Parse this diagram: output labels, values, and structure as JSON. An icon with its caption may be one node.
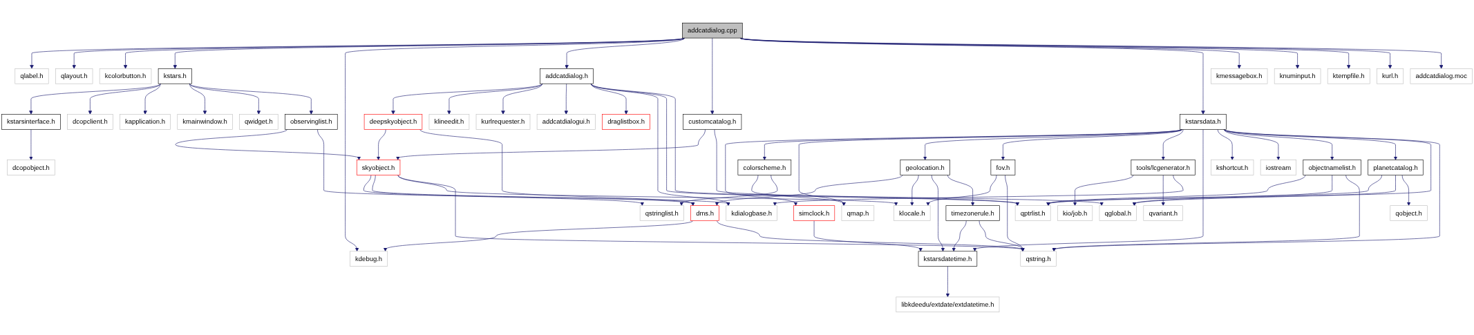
{
  "diagram": {
    "nodes": [
      {
        "text": [
          "addcatdialog.cpp"
        ]
      },
      {
        "text": [
          "qlabel.h"
        ]
      },
      {
        "text": [
          "qlayout.h"
        ]
      },
      {
        "text": [
          "kcolorbutton.h"
        ]
      },
      {
        "text": [
          "kstars.h"
        ]
      },
      {
        "text": [
          "addcatdialog.h"
        ]
      },
      {
        "text": [
          "kmessagebox.h"
        ]
      },
      {
        "text": [
          "knuminput.h"
        ]
      },
      {
        "text": [
          "ktempfile.h"
        ]
      },
      {
        "text": [
          "kurl.h"
        ]
      },
      {
        "text": [
          "addcatdialog.moc"
        ]
      },
      {
        "text": [
          "kstarsinterface.h"
        ]
      },
      {
        "text": [
          "dcopclient.h"
        ]
      },
      {
        "text": [
          "kapplication.h"
        ]
      },
      {
        "text": [
          "kmainwindow.h"
        ]
      },
      {
        "text": [
          "qwidget.h"
        ]
      },
      {
        "text": [
          "deepskyobject.h"
        ]
      },
      {
        "text": [
          "observinglist.h"
        ]
      },
      {
        "text": [
          "customcatalog.h"
        ]
      },
      {
        "text": [
          "kstarsdata.h"
        ]
      },
      {
        "text": [
          "klineedit.h"
        ]
      },
      {
        "text": [
          "kurlrequester.h"
        ]
      },
      {
        "text": [
          "addcatdialogui.h"
        ]
      },
      {
        "text": [
          "draglistbox.h"
        ]
      },
      {
        "text": [
          "dcopobject.h"
        ]
      },
      {
        "text": [
          "simclock.h"
        ]
      },
      {
        "text": [
          "colorscheme.h"
        ]
      },
      {
        "text": [
          "skyobject.h"
        ]
      },
      {
        "text": [
          "geolocation.h"
        ]
      },
      {
        "text": [
          "fov.h"
        ]
      },
      {
        "text": [
          "tools/lcgenerator.h"
        ]
      },
      {
        "text": [
          "kshortcut.h"
        ]
      },
      {
        "text": [
          "iostream"
        ]
      },
      {
        "text": [
          "objectnamelist.h"
        ]
      },
      {
        "text": [
          "planetcatalog.h"
        ]
      },
      {
        "text": [
          "qmap.h"
        ]
      },
      {
        "text": [
          "qstringlist.h"
        ]
      },
      {
        "text": [
          "dms.h"
        ]
      },
      {
        "text": [
          "klocale.h"
        ]
      },
      {
        "text": [
          "timezonerule.h"
        ]
      },
      {
        "text": [
          "kio/job.h"
        ]
      },
      {
        "text": [
          "qvariant.h"
        ]
      },
      {
        "text": [
          "kdialogbase.h"
        ]
      },
      {
        "text": [
          "qptrlist.h"
        ]
      },
      {
        "text": [
          "qglobal.h"
        ]
      },
      {
        "text": [
          "qobject.h"
        ]
      },
      {
        "text": [
          "kdebug.h"
        ]
      },
      {
        "text": [
          "kstarsdatetime.h"
        ]
      },
      {
        "text": [
          "qstring.h"
        ]
      },
      {
        "text": [
          "libkdeedu/extdate/extdatetime.h"
        ]
      }
    ],
    "edges": [
      {
        "from": 0,
        "to": 1,
        "arrow": "to"
      },
      {
        "from": 0,
        "to": 2,
        "arrow": "to"
      },
      {
        "from": 0,
        "to": 3,
        "arrow": "to"
      },
      {
        "from": 0,
        "to": 4,
        "arrow": "to"
      },
      {
        "from": 0,
        "to": 46,
        "arrow": "to"
      },
      {
        "from": 0,
        "to": 5,
        "arrow": "to"
      },
      {
        "from": 0,
        "to": 18,
        "arrow": "to"
      },
      {
        "from": 0,
        "to": 19,
        "arrow": "to"
      },
      {
        "from": 0,
        "to": 6,
        "arrow": "to"
      },
      {
        "from": 0,
        "to": 7,
        "arrow": "to"
      },
      {
        "from": 0,
        "to": 8,
        "arrow": "to"
      },
      {
        "from": 0,
        "to": 9,
        "arrow": "to"
      },
      {
        "from": 0,
        "to": 10,
        "arrow": "to"
      },
      {
        "from": 4,
        "to": 11,
        "arrow": "to"
      },
      {
        "from": 4,
        "to": 12,
        "arrow": "to"
      },
      {
        "from": 4,
        "to": 13,
        "arrow": "to"
      },
      {
        "from": 4,
        "to": 14,
        "arrow": "to"
      },
      {
        "from": 4,
        "to": 15,
        "arrow": "to"
      },
      {
        "from": 4,
        "to": 17,
        "arrow": "to"
      },
      {
        "from": 11,
        "to": 24,
        "arrow": "to"
      },
      {
        "from": 5,
        "to": 16,
        "arrow": "to"
      },
      {
        "from": 5,
        "to": 20,
        "arrow": "to"
      },
      {
        "from": 5,
        "to": 21,
        "arrow": "to"
      },
      {
        "from": 5,
        "to": 22,
        "arrow": "to"
      },
      {
        "from": 5,
        "to": 23,
        "arrow": "to"
      },
      {
        "from": 5,
        "to": 42,
        "arrow": "to"
      },
      {
        "from": 5,
        "to": 43,
        "arrow": "to"
      },
      {
        "from": 5,
        "to": 44,
        "arrow": "to"
      },
      {
        "from": 16,
        "to": 27,
        "arrow": "to"
      },
      {
        "from": 16,
        "to": 37,
        "arrow": "to"
      },
      {
        "from": 17,
        "to": 27,
        "arrow": "to"
      },
      {
        "from": 17,
        "to": 42,
        "arrow": "to"
      },
      {
        "from": 18,
        "to": 27,
        "arrow": "to"
      },
      {
        "from": 18,
        "to": 43,
        "arrow": "to"
      },
      {
        "from": 19,
        "to": 25,
        "arrow": "to"
      },
      {
        "from": 19,
        "to": 26,
        "arrow": "to"
      },
      {
        "from": 19,
        "to": 35,
        "arrow": "to"
      },
      {
        "from": 19,
        "to": 28,
        "arrow": "to"
      },
      {
        "from": 19,
        "to": 29,
        "arrow": "to"
      },
      {
        "from": 19,
        "to": 30,
        "arrow": "to"
      },
      {
        "from": 19,
        "to": 47,
        "arrow": "to"
      },
      {
        "from": 19,
        "to": 31,
        "arrow": "to"
      },
      {
        "from": 19,
        "to": 32,
        "arrow": "to"
      },
      {
        "from": 19,
        "to": 33,
        "arrow": "to"
      },
      {
        "from": 19,
        "to": 34,
        "arrow": "to"
      },
      {
        "from": 19,
        "to": 43,
        "arrow": "to"
      },
      {
        "from": 19,
        "to": 48,
        "arrow": "to"
      },
      {
        "from": 25,
        "to": 47,
        "arrow": "to"
      },
      {
        "from": 26,
        "to": 35,
        "arrow": "to"
      },
      {
        "from": 26,
        "to": 36,
        "arrow": "to"
      },
      {
        "from": 27,
        "to": 36,
        "arrow": "to"
      },
      {
        "from": 27,
        "to": 37,
        "arrow": "to"
      },
      {
        "from": 27,
        "to": 38,
        "arrow": "to"
      },
      {
        "from": 27,
        "to": 48,
        "arrow": "to"
      },
      {
        "from": 28,
        "to": 37,
        "arrow": "to"
      },
      {
        "from": 28,
        "to": 38,
        "arrow": "to"
      },
      {
        "from": 28,
        "to": 47,
        "arrow": "to"
      },
      {
        "from": 28,
        "to": 39,
        "arrow": "to"
      },
      {
        "from": 29,
        "to": 38,
        "arrow": "to"
      },
      {
        "from": 29,
        "to": 48,
        "arrow": "to"
      },
      {
        "from": 30,
        "to": 40,
        "arrow": "to"
      },
      {
        "from": 30,
        "to": 41,
        "arrow": "to"
      },
      {
        "from": 30,
        "to": 42,
        "arrow": "to"
      },
      {
        "from": 33,
        "to": 43,
        "arrow": "to"
      },
      {
        "from": 33,
        "to": 44,
        "arrow": "to"
      },
      {
        "from": 33,
        "to": 48,
        "arrow": "to"
      },
      {
        "from": 34,
        "to": 43,
        "arrow": "to"
      },
      {
        "from": 34,
        "to": 44,
        "arrow": "to"
      },
      {
        "from": 34,
        "to": 45,
        "arrow": "to"
      },
      {
        "from": 37,
        "to": 46,
        "arrow": "to"
      },
      {
        "from": 37,
        "to": 48,
        "arrow": "to"
      },
      {
        "from": 39,
        "to": 47,
        "arrow": "to"
      },
      {
        "from": 39,
        "to": 48,
        "arrow": "to"
      },
      {
        "from": 47,
        "to": 49,
        "arrow": "to"
      }
    ]
  }
}
